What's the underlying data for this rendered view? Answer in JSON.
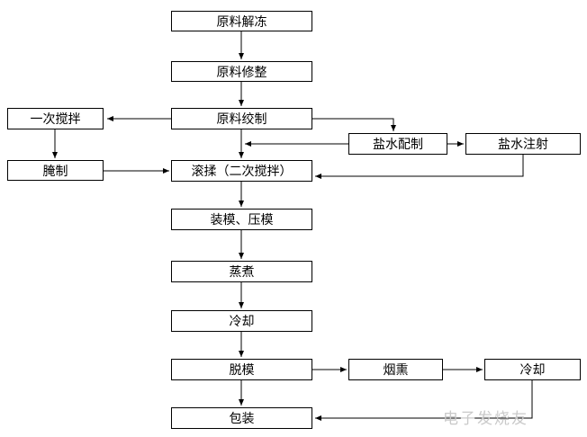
{
  "diagram": {
    "nodes": {
      "thaw": "原料解冻",
      "trim": "原料修整",
      "grind": "原料绞制",
      "first_mix": "一次搅拌",
      "cure": "腌制",
      "brine_prep": "盐水配制",
      "brine_inject": "盐水注射",
      "tumble": "滚揉（二次搅拌）",
      "mold": "装模、压模",
      "steam": "蒸煮",
      "cool": "冷却",
      "demold": "脱模",
      "smoke": "烟熏",
      "cool2": "冷却",
      "pack": "包装"
    },
    "edges": [
      {
        "from": "thaw",
        "to": "trim"
      },
      {
        "from": "trim",
        "to": "grind"
      },
      {
        "from": "grind",
        "to": "first_mix"
      },
      {
        "from": "grind",
        "to": "brine_prep"
      },
      {
        "from": "first_mix",
        "to": "cure"
      },
      {
        "from": "cure",
        "to": "tumble"
      },
      {
        "from": "grind",
        "to": "tumble"
      },
      {
        "from": "brine_prep",
        "to": "tumble"
      },
      {
        "from": "brine_prep",
        "to": "brine_inject"
      },
      {
        "from": "brine_inject",
        "to": "tumble"
      },
      {
        "from": "tumble",
        "to": "mold"
      },
      {
        "from": "mold",
        "to": "steam"
      },
      {
        "from": "steam",
        "to": "cool"
      },
      {
        "from": "cool",
        "to": "demold"
      },
      {
        "from": "demold",
        "to": "smoke"
      },
      {
        "from": "smoke",
        "to": "cool2"
      },
      {
        "from": "demold",
        "to": "pack"
      },
      {
        "from": "cool2",
        "to": "pack"
      }
    ],
    "watermark": "电子发烧友"
  }
}
